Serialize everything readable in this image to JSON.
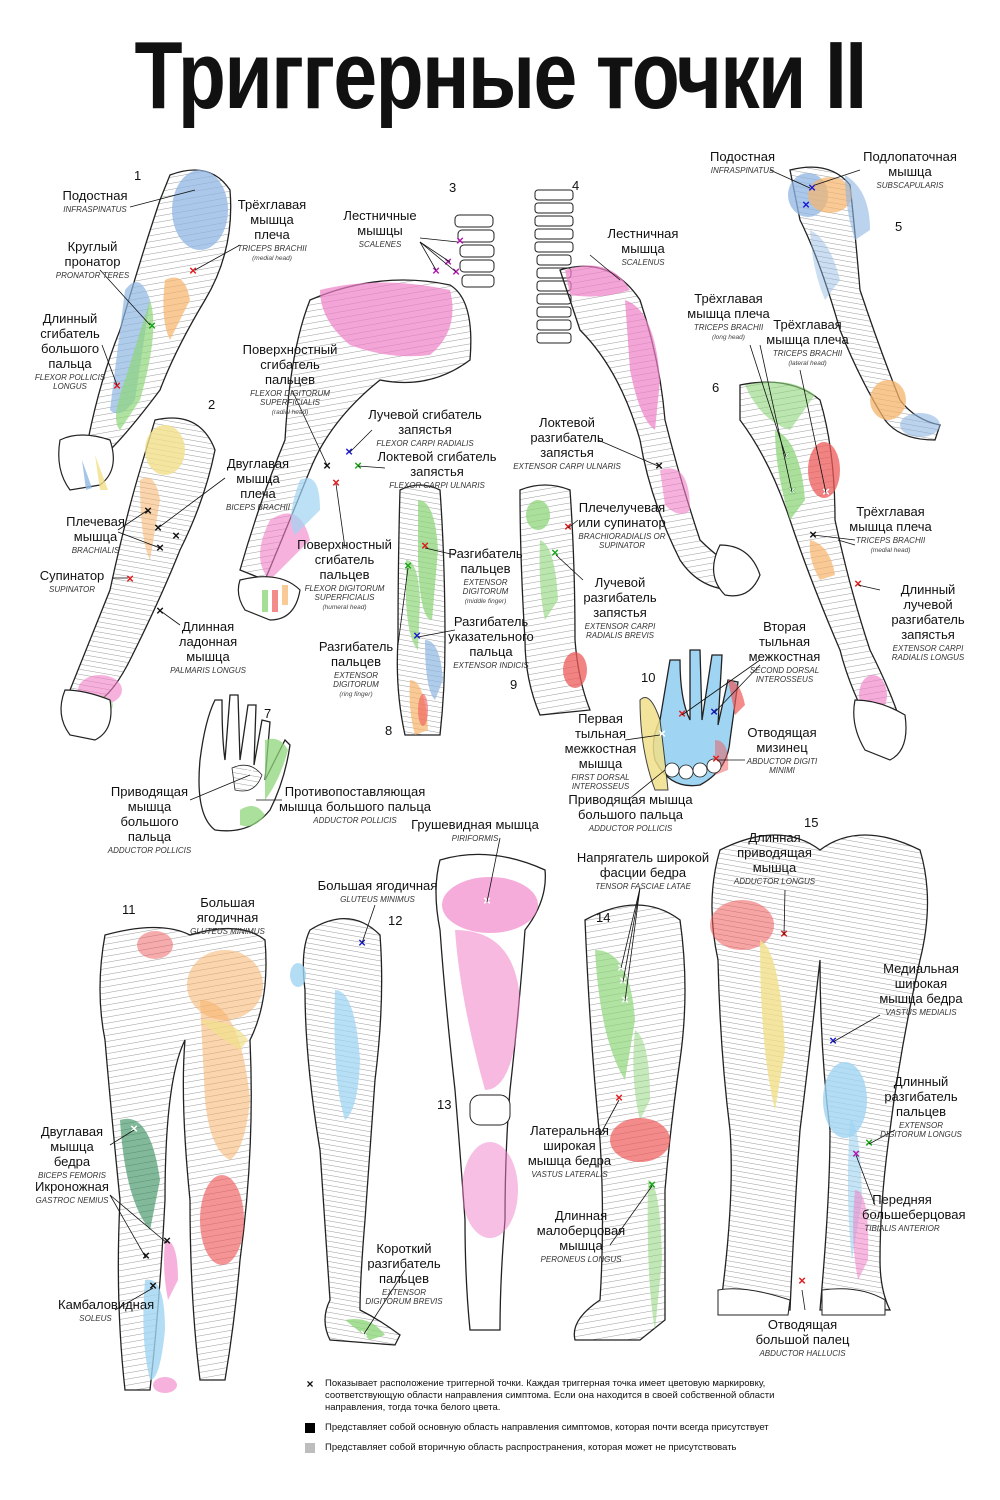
{
  "title": "Триггерные точки II",
  "figure_numbers": [
    "1",
    "2",
    "3",
    "4",
    "5",
    "6",
    "7",
    "8",
    "9",
    "10",
    "11",
    "12",
    "13",
    "14",
    "15"
  ],
  "labels": {
    "podostnaya1": {
      "ru": "Подостная",
      "la": "INFRASPINATUS"
    },
    "triceps1": {
      "ru": "Трёхглавая мышца плеча",
      "la": "TRICEPS BRACHII",
      "sub": "(medial head)"
    },
    "pronator": {
      "ru": "Круглый пронатор",
      "la": "PRONATOR TERES"
    },
    "flexor_pollicis": {
      "ru": "Длинный сгибатель большого пальца",
      "la": "FLEXOR POLLICIS LONGUS"
    },
    "biceps": {
      "ru": "Двуглавая мышца плеча",
      "la": "BICEPS BRACHII"
    },
    "brachialis": {
      "ru": "Плечевая мышца",
      "la": "BRACHIALIS"
    },
    "supinator": {
      "ru": "Супинатор",
      "la": "SUPINATOR"
    },
    "palmaris": {
      "ru": "Длинная ладонная мышца",
      "la": "PALMARIS LONGUS"
    },
    "scalenes": {
      "ru": "Лестничные мышцы",
      "la": "SCALENES"
    },
    "fds_radial": {
      "ru": "Поверхностный сгибатель пальцев",
      "la": "FLEXOR DIGITORUM SUPERFICIALIS",
      "sub": "(radial head)"
    },
    "fcr": {
      "ru": "Лучевой сгибатель запястья",
      "la": "FLEXOR CARPI RADIALIS"
    },
    "fcu": {
      "ru": "Локтевой сгибатель запястья",
      "la": "FLEXOR CARPI ULNARIS"
    },
    "fds_humeral": {
      "ru": "Поверхностный сгибатель пальцев",
      "la": "FLEXOR DIGITORUM SUPERFICIALIS",
      "sub": "(humeral head)"
    },
    "scalenus": {
      "ru": "Лестничная мышца",
      "la": "SCALENUS"
    },
    "ecu": {
      "ru": "Локтевой разгибатель запястья",
      "la": "EXTENSOR CARPI ULNARIS"
    },
    "podostnaya5": {
      "ru": "Подостная",
      "la": "INFRASPINATUS"
    },
    "subscap": {
      "ru": "Подлопаточная мышца",
      "la": "SUBSCAPULARIS"
    },
    "triceps_long": {
      "ru": "Трёхглавая мышца плеча",
      "la": "TRICEPS BRACHII",
      "sub": "(long head)"
    },
    "triceps_lat": {
      "ru": "Трёхглавая мышца плеча",
      "la": "TRICEPS BRACHII",
      "sub": "(lateral head)"
    },
    "triceps_med": {
      "ru": "Трёхглавая мышца плеча",
      "la": "TRICEPS BRACHII",
      "sub": "(medial head)"
    },
    "ecrl": {
      "ru": "Длинный лучевой разгибатель запястья",
      "la": "EXTENSOR CARPI RADIALIS LONGUS"
    },
    "ext_dig_mid": {
      "ru": "Разгибатель пальцев",
      "la": "EXTENSOR DIGITORUM",
      "sub": "(middle finger)"
    },
    "ext_indicis": {
      "ru": "Разгибатель указательного пальца",
      "la": "EXTENSOR INDICIS"
    },
    "ext_dig_ring": {
      "ru": "Разгибатель пальцев",
      "la": "EXTENSOR DIGITORUM",
      "sub": "(ring finger)"
    },
    "brachiorad": {
      "ru": "Плечелучевая или супинатор",
      "la": "BRACHIORADIALIS OR SUPINATOR"
    },
    "ecrb": {
      "ru": "Лучевой разгибатель запястья",
      "la": "EXTENSOR CARPI RADIALIS BREVIS"
    },
    "second_interosseus": {
      "ru": "Вторая тыльная межкостная",
      "la": "SECOND DORSAL INTEROSSEUS"
    },
    "first_interosseus": {
      "ru": "Первая тыльная межкостная мышца",
      "la": "FIRST DORSAL INTEROSSEUS"
    },
    "abductor_digiti": {
      "ru": "Отводящая мизинец",
      "la": "ABDUCTOR DIGITI MINIMI"
    },
    "adductor_pollicis10": {
      "ru": "Приводящая мышца большого пальца",
      "la": "ADDUCTOR POLLICIS"
    },
    "adductor_pollicis7": {
      "ru": "Приводящая мышца большого пальца",
      "la": "ADDUCTOR POLLICIS"
    },
    "opponens": {
      "ru": "Противопоставляющая мышца большого пальца",
      "la": "ADDUCTOR POLLICIS"
    },
    "gluteus11": {
      "ru": "Большая ягодичная",
      "la": "GLUTEUS MINIMUS"
    },
    "biceps_femoris": {
      "ru": "Двуглавая мышца бедра",
      "la": "BICEPS FEMORIS"
    },
    "gastroc": {
      "ru": "Икроножная",
      "la": "GASTROC NEMIUS"
    },
    "soleus": {
      "ru": "Камбаловидная",
      "la": "SOLEUS"
    },
    "gluteus12": {
      "ru": "Большая ягодичная",
      "la": "GLUTEUS MINIMUS"
    },
    "edb": {
      "ru": "Короткий разгибатель пальцев",
      "la": "EXTENSOR DIGITORUM BREVIS"
    },
    "piriformis": {
      "ru": "Грушевидная мышца",
      "la": "PIRIFORMIS"
    },
    "tfl": {
      "ru": "Напрягатель широкой фасции бедра",
      "la": "TENSOR FASCIAE LATAE"
    },
    "vastus_lat": {
      "ru": "Латеральная широкая мышца бедра",
      "la": "VASTUS LATERALIS"
    },
    "peroneus": {
      "ru": "Длинная малоберцовая мышца",
      "la": "PERONEUS LONGUS"
    },
    "adductor_longus": {
      "ru": "Длинная приводящая мышца",
      "la": "ADDUCTOR LONGUS"
    },
    "vastus_med": {
      "ru": "Медиальная широкая мышца бедра",
      "la": "VASTUS MEDIALIS"
    },
    "edl": {
      "ru": "Длинный разгибатель пальцев",
      "la": "EXTENSOR DIGITORUM LONGUS"
    },
    "tib_ant": {
      "ru": "Передняя большеберцовая",
      "la": "TIBIALIS ANTERIOR"
    },
    "abd_hallucis": {
      "ru": "Отводящая большой палец",
      "la": "ABDUCTOR HALLUCIS"
    }
  },
  "legend": {
    "marker": "×",
    "items": [
      "Показывает расположение триггерной точки. Каждая триггерная точка имеет цветовую маркировку, соответствующую области направления симптома. Если она находится в своей собственной области направления, тогда точка белого цвета.",
      "Представляет собой основную область направления симптомов, которая почти всегда присутствует",
      "Представляет собой вторичную область распространения, которая может не присутствовать"
    ]
  },
  "colors": {
    "blue": "#8fb6e3",
    "green": "#8ed67a",
    "pink": "#f07fc7",
    "orange": "#f6b36a",
    "red": "#ee5a5a",
    "yellow": "#f1e08a",
    "lightblue": "#9fd4f2",
    "marker_red": "#e01b1b",
    "marker_blue": "#1a1ad0",
    "marker_green": "#1aa51a",
    "marker_purple": "#b01bb0",
    "legend_gray": "#bdbdbd"
  }
}
